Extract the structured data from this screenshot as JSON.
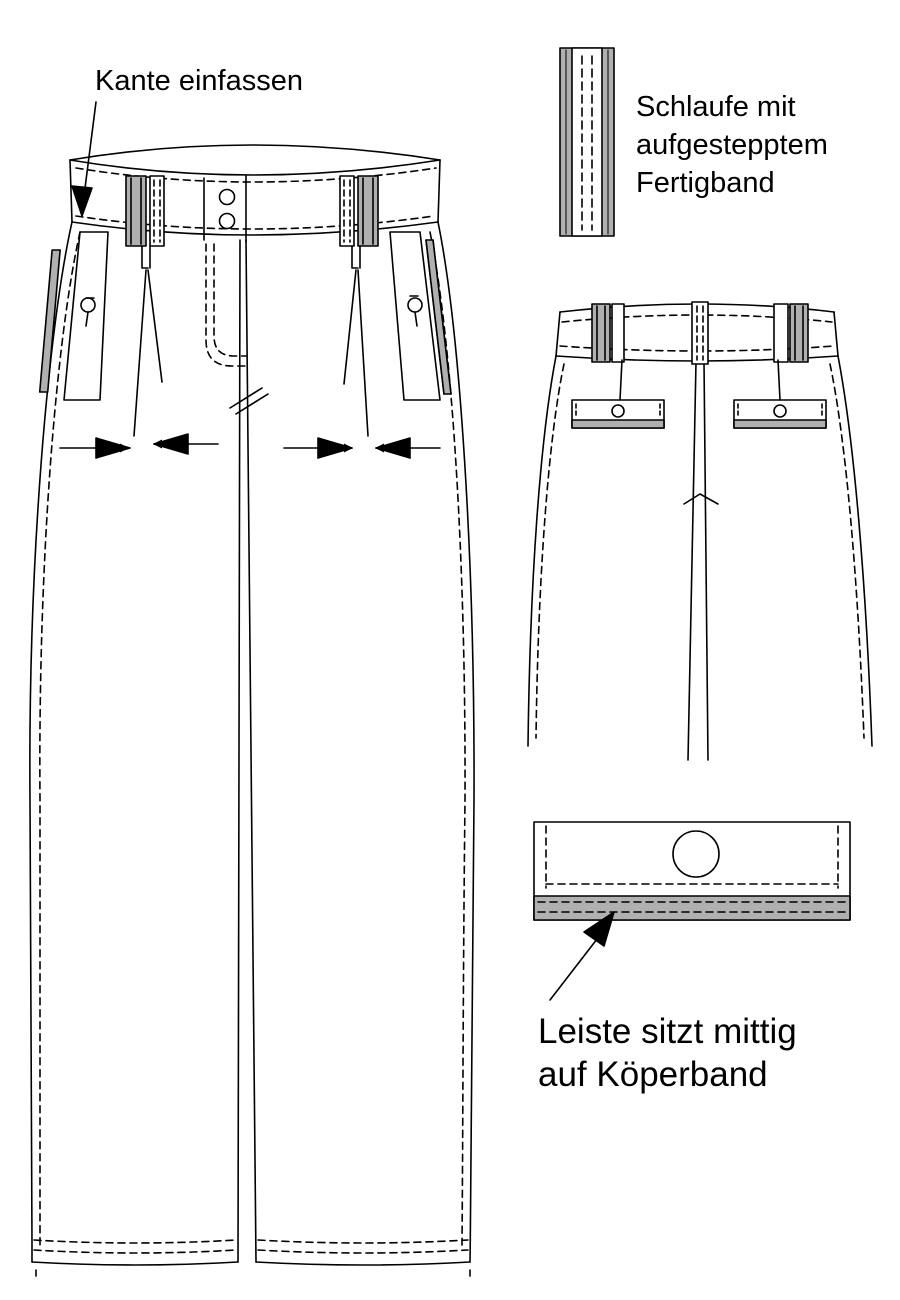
{
  "annotations": {
    "edge": "Kante einfassen",
    "loop": [
      "Schlaufe mit",
      "aufgestepptem",
      "Fertigband"
    ],
    "strip": [
      "Leiste sitzt mittig",
      "auf Köperband"
    ]
  },
  "colors": {
    "line": "#000000",
    "tape_fill": "#b0b0b0",
    "background": "#ffffff"
  }
}
